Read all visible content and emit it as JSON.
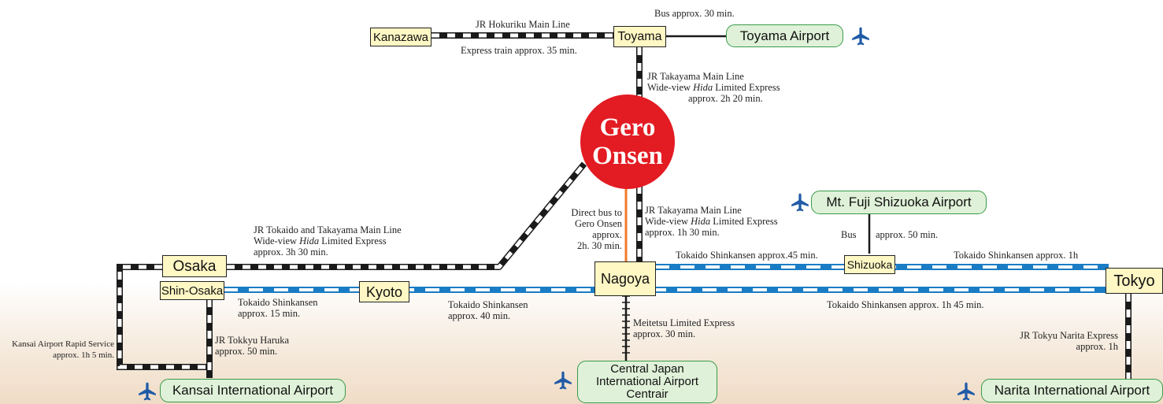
{
  "hub": {
    "line1": "Gero",
    "line2": "Onsen"
  },
  "stations": {
    "kanazawa": "Kanazawa",
    "toyama": "Toyama",
    "osaka": "Osaka",
    "shin_osaka": "Shin-Osaka",
    "kyoto": "Kyoto",
    "nagoya": "Nagoya",
    "shizuoka": "Shizuoka",
    "tokyo": "Tokyo"
  },
  "airports": {
    "toyama": "Toyama Airport",
    "fuji": "Mt. Fuji Shizuoka Airport",
    "kansai": "Kansai International Airport",
    "centrair_1": "Central Japan",
    "centrair_2": "International Airport",
    "centrair_3": "Centrair",
    "narita": "Narita International Airport"
  },
  "routes": {
    "hokuriku_name": "JR Hokuriku Main Line",
    "hokuriku_time": "Express train  approx. 35 min.",
    "toyama_bus": "Bus  approx. 30 min.",
    "takayama_north_1": "JR Takayama Main Line",
    "takayama_north_2_pre": "Wide-view ",
    "takayama_north_2_em": "Hida",
    "takayama_north_2_post": " Limited Express",
    "takayama_north_3": "approx.  2h 20 min.",
    "takayama_south_1": "JR Takayama Main Line",
    "takayama_south_2_pre": "Wide-view ",
    "takayama_south_2_em": "Hida",
    "takayama_south_2_post": " Limited Express",
    "takayama_south_3": "approx. 1h 30 min.",
    "direct_bus_1": "Direct bus to",
    "direct_bus_2": "Gero Onsen",
    "direct_bus_3": "approx.",
    "direct_bus_4": "2h. 30 min.",
    "osaka_line_1": "JR Tokaido and Takayama Main Line",
    "osaka_line_2_pre": "Wide-view ",
    "osaka_line_2_em": "Hida",
    "osaka_line_2_post": " Limited Express",
    "osaka_line_3": "approx.  3h 30 min.",
    "shinkansen_shinosaka_kyoto_1": "Tokaido Shinkansen",
    "shinkansen_shinosaka_kyoto_2": "approx. 15 min.",
    "shinkansen_kyoto_nagoya_1": "Tokaido Shinkansen",
    "shinkansen_kyoto_nagoya_2": "approx. 40 min.",
    "shinkansen_nagoya_shizuoka": "Tokaido Shinkansen approx.45 min.",
    "shinkansen_shizuoka_tokyo": "Tokaido Shinkansen approx. 1h",
    "shinkansen_nagoya_tokyo": "Tokaido Shinkansen  approx. 1h 45 min.",
    "fuji_bus_label": "Bus",
    "fuji_bus_time": "approx. 50 min.",
    "meitetsu_1": "Meitetsu Limited Express",
    "meitetsu_2": "approx. 30 min.",
    "haruka_1": "JR Tokkyu Haruka",
    "haruka_2": "approx. 50 min.",
    "kansai_rapid_1": "Kansai Airport Rapid Service",
    "kansai_rapid_2": "approx. 1h 5 min.",
    "narita_1": "JR Tokyu Narita Express",
    "narita_2": "approx. 1h"
  },
  "colors": {
    "hub": "#e31b23",
    "rail_dark": "#1a1a1a",
    "shinkansen": "#1a7cc4",
    "direct_bus": "#f07a2a",
    "station_fill": "#fff7c4",
    "airport_fill": "#dff1d8",
    "airport_border": "#3a9a4a",
    "plane": "#1f5aa6"
  }
}
